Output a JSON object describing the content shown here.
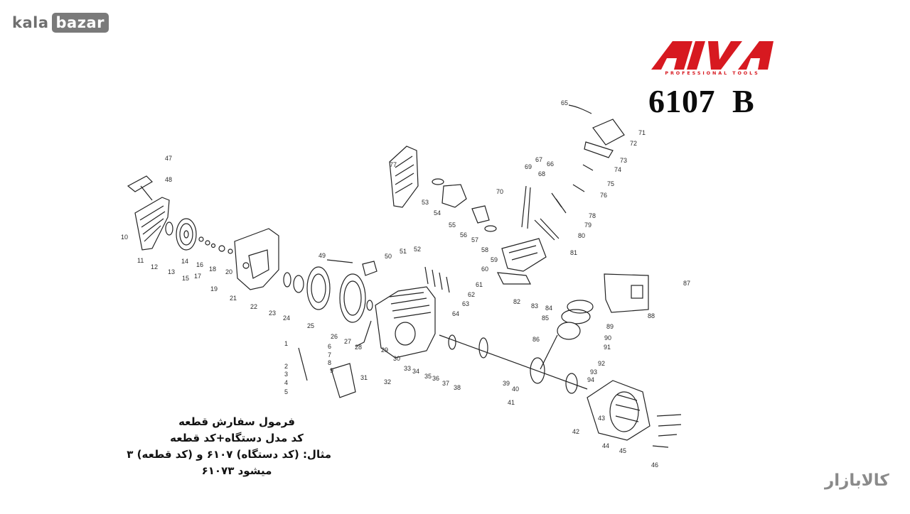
{
  "watermark_top": {
    "word1": "kala",
    "word2": "bazar"
  },
  "brand": {
    "logo_text": "AIVA",
    "tagline": "PROFESSIONAL TOOLS",
    "color": "#d71920"
  },
  "model_code": "6107  B",
  "order_note": [
    "فرمول سفارش قطعه",
    "کد مدل دستگاه+کد قطعه",
    "مثال: (کد دستگاه) ۶۱۰۷ و (کد قطعه) ۳",
    "میشود ۶۱۰۷۳"
  ],
  "watermark_bottom": "کالابازار",
  "part_numbers": [
    "1",
    "2",
    "3",
    "4",
    "5",
    "6",
    "7",
    "8",
    "9",
    "10",
    "11",
    "12",
    "13",
    "14",
    "15",
    "16",
    "17",
    "18",
    "19",
    "20",
    "21",
    "22",
    "23",
    "24",
    "25",
    "26",
    "27",
    "28",
    "29",
    "30",
    "31",
    "32",
    "33",
    "34",
    "35",
    "36",
    "37",
    "38",
    "39",
    "40",
    "41",
    "42",
    "43",
    "44",
    "45",
    "46",
    "47",
    "48",
    "49",
    "50",
    "51",
    "52",
    "53",
    "54",
    "55",
    "56",
    "57",
    "58",
    "59",
    "60",
    "61",
    "62",
    "63",
    "64",
    "65",
    "66",
    "67",
    "68",
    "69",
    "70",
    "71",
    "72",
    "73",
    "74",
    "75",
    "76",
    "77",
    "78",
    "79",
    "80",
    "81",
    "82",
    "83",
    "84",
    "85",
    "86",
    "87",
    "88",
    "89",
    "90",
    "91",
    "92",
    "93",
    "94"
  ]
}
